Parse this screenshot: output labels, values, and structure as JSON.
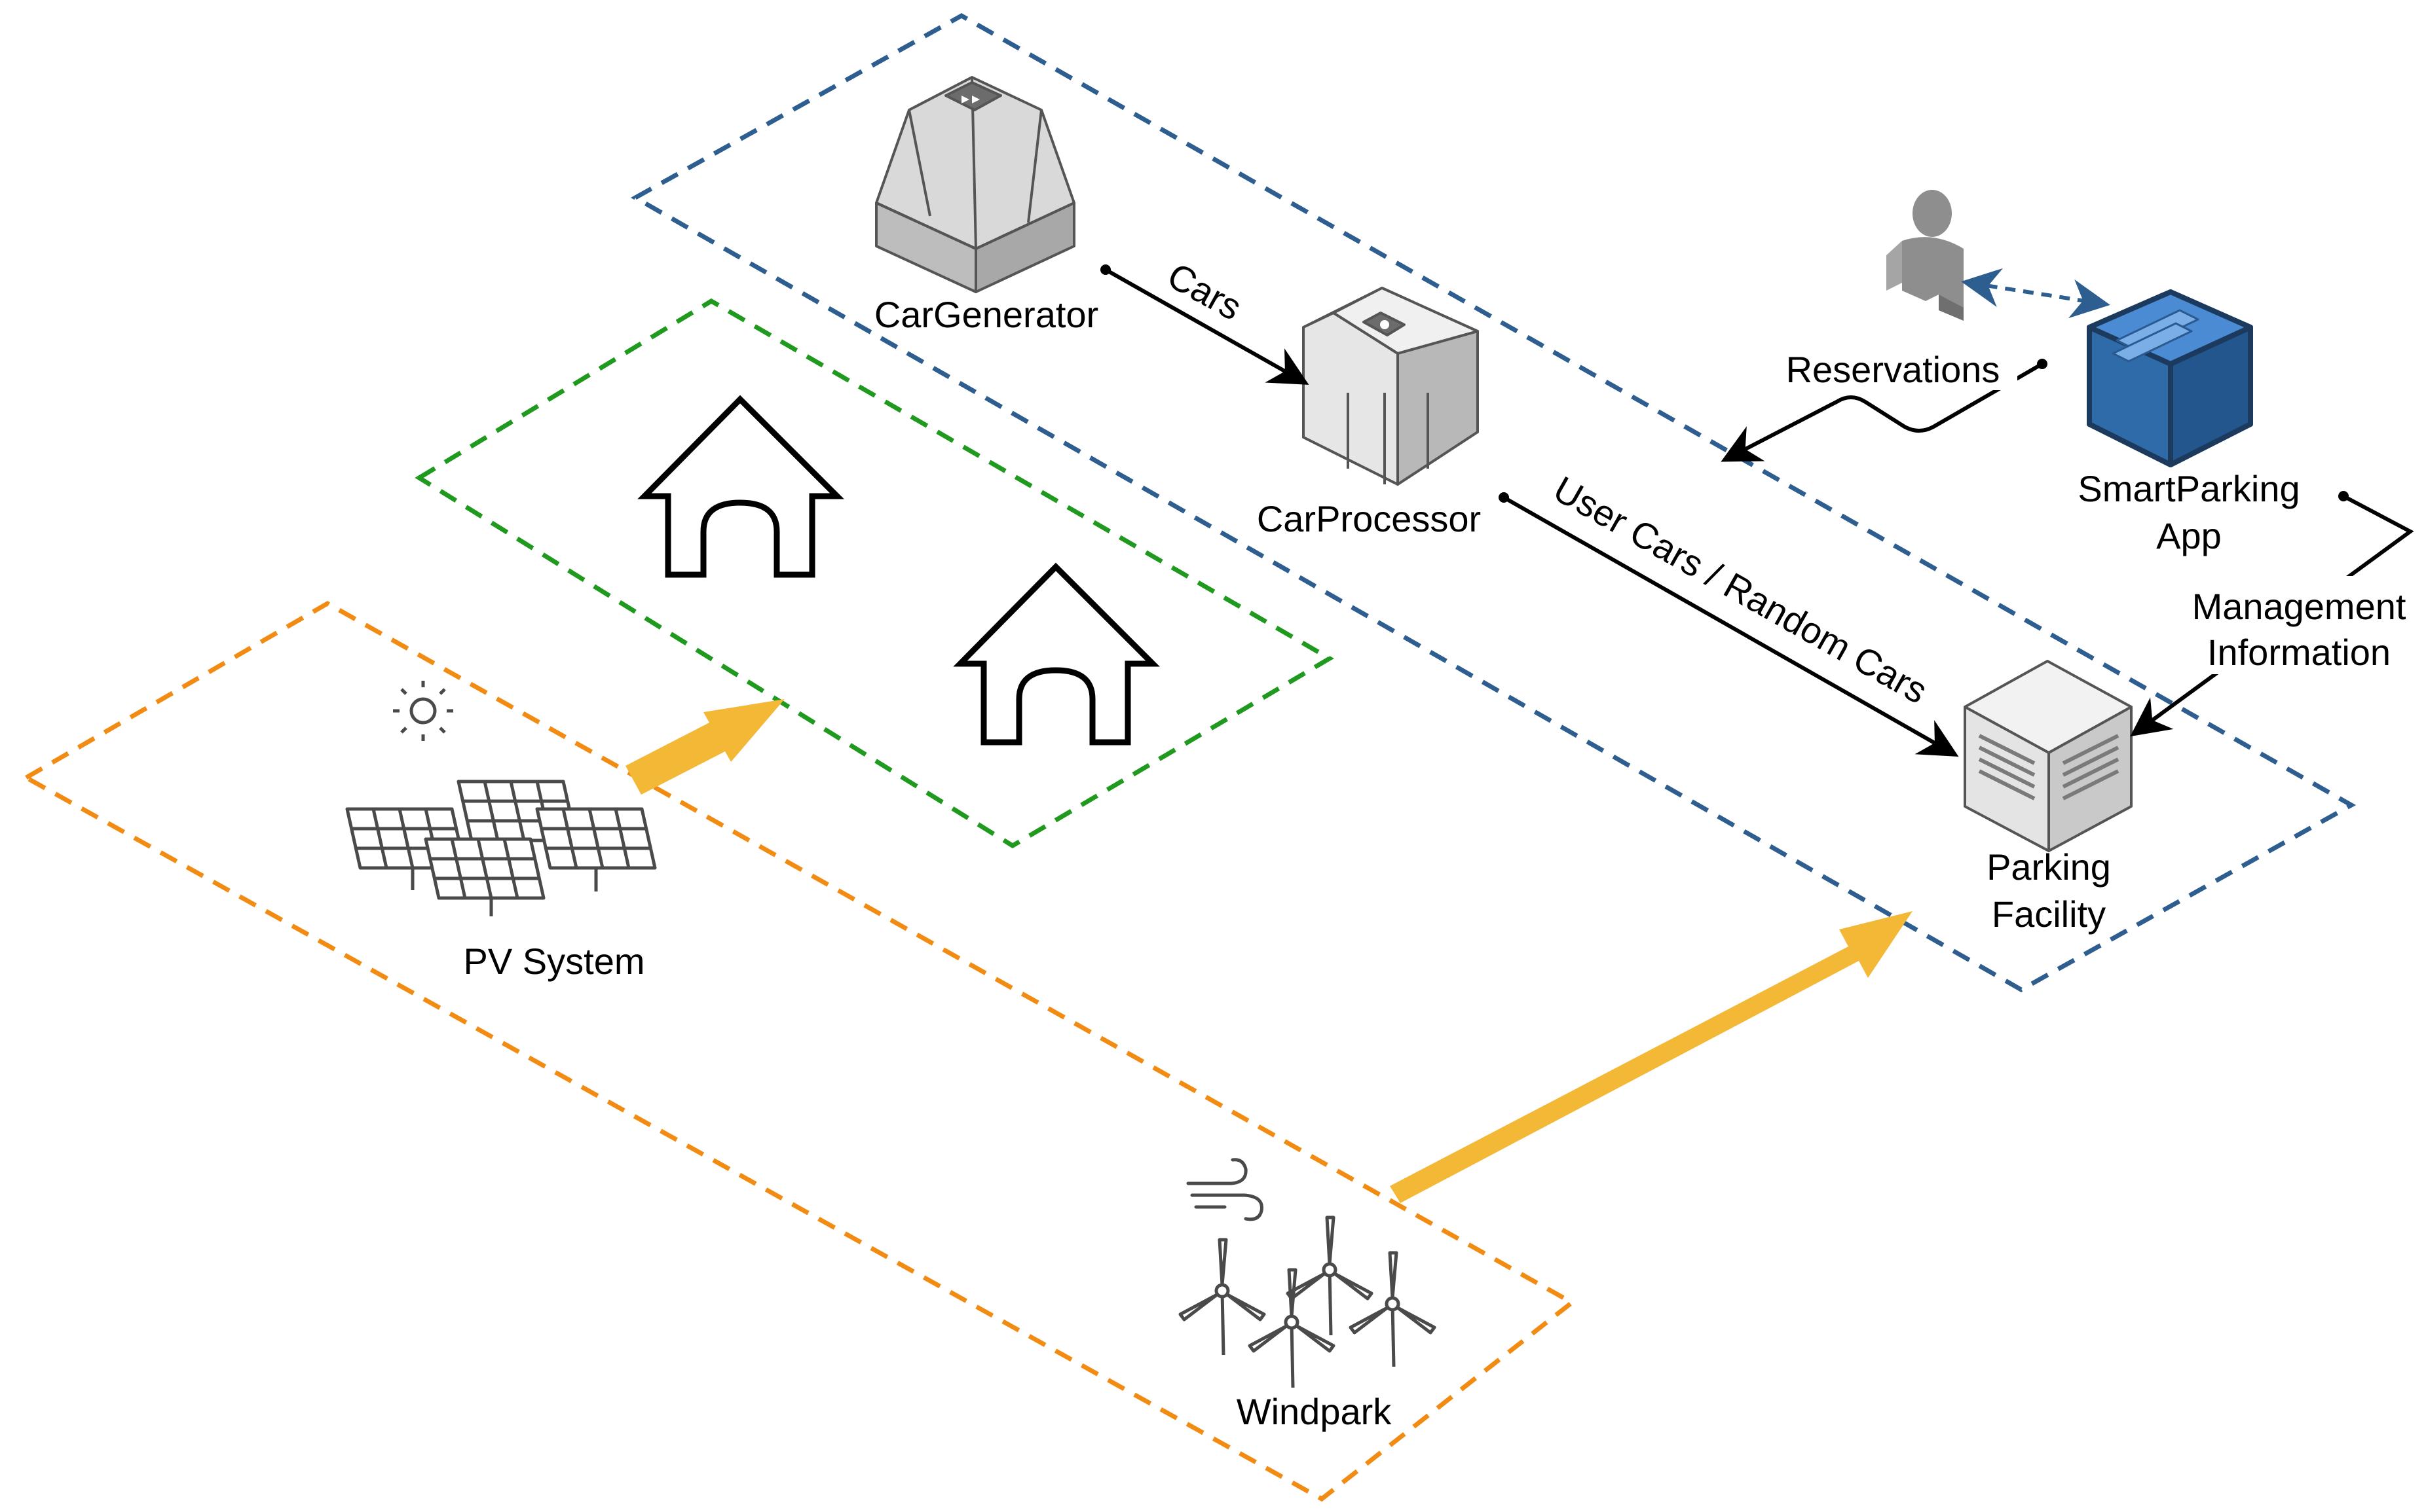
{
  "nodes": {
    "car_generator": "CarGenerator",
    "car_processor": "CarProcessor",
    "smart_parking_app_line1": "SmartParking",
    "smart_parking_app_line2": "App",
    "parking_facility_line1": "Parking",
    "parking_facility_line2": "Facility",
    "pv_system": "PV System",
    "windpark": "Windpark"
  },
  "edges": {
    "cars": "Cars",
    "user_random_cars": "User Cars / Random Cars",
    "reservations": "Reservations",
    "management_line1": "Management",
    "management_line2": "Information"
  },
  "colors": {
    "blue_zone": "#2e5e8f",
    "green_zone": "#1f9a1f",
    "orange_zone": "#f28b12",
    "energy_arrow": "#f2b836",
    "app_blue": "#3d7cc2",
    "app_dark": "#1b3a5e",
    "device_gray": "#d8d8d8",
    "person_gray": "#8e8e8e"
  },
  "icons": [
    "server-icon",
    "processor-icon",
    "smartparking-app-icon",
    "parking-facility-icon",
    "user-icon",
    "house-icon",
    "solar-panel-icon",
    "sun-icon",
    "wind-turbine-icon",
    "wind-icon"
  ]
}
